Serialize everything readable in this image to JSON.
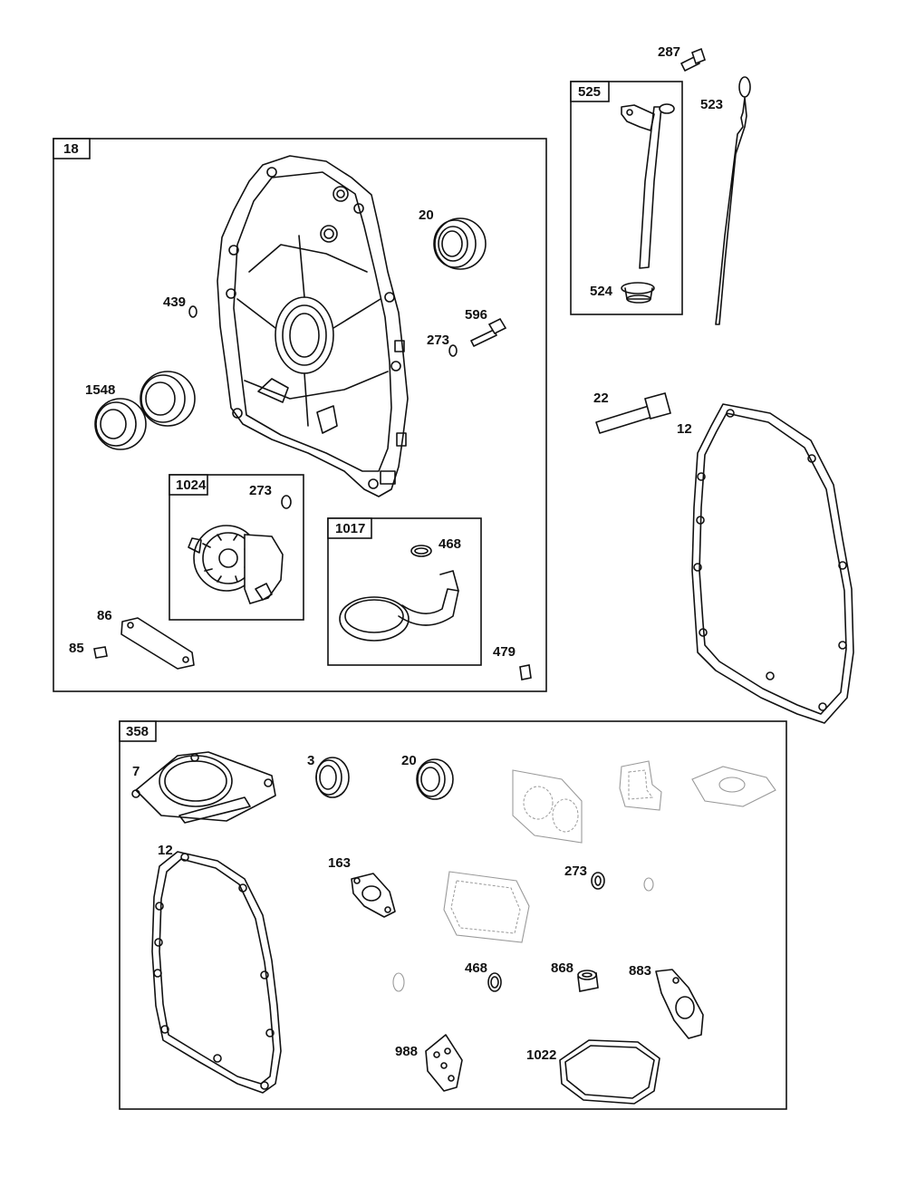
{
  "boxes": {
    "b18": "18",
    "b525": "525",
    "b1024": "1024",
    "b1017": "1017",
    "b358": "358"
  },
  "labels": {
    "p287": "287",
    "p523": "523",
    "p524": "524",
    "p20a": "20",
    "p439": "439",
    "p596": "596",
    "p273a": "273",
    "p1548": "1548",
    "p273b": "273",
    "p468a": "468",
    "p86": "86",
    "p85": "85",
    "p479": "479",
    "p22": "22",
    "p12a": "12",
    "p7": "7",
    "p3": "3",
    "p20b": "20",
    "p12b": "12",
    "p163": "163",
    "p273c": "273",
    "p468b": "468",
    "p868": "868",
    "p883": "883",
    "p988": "988",
    "p1022": "1022"
  }
}
